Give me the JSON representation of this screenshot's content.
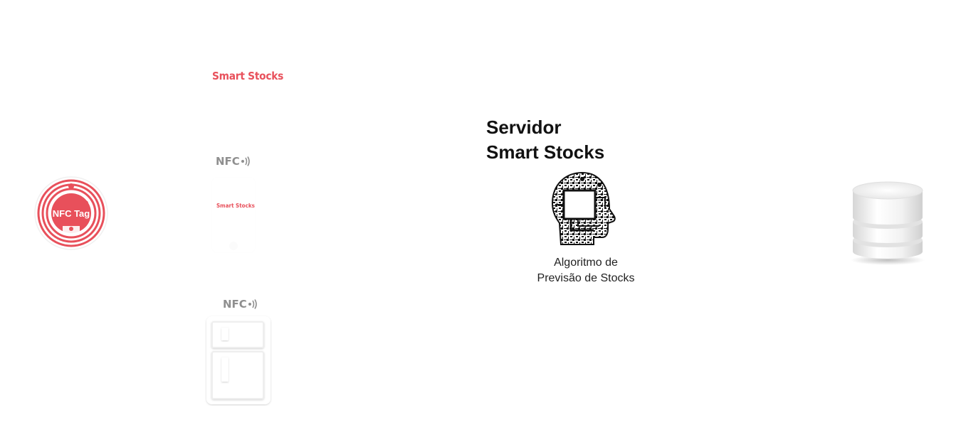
{
  "client": {
    "nfc_tag_label": "NFC Tag",
    "app_brand": "Smart Stocks",
    "nfc_logo_text": "NFC",
    "phone_screen_brand": "Smart Stocks",
    "fridge_nfc_logo_text": "NFC"
  },
  "server": {
    "title_line1": "Servidor",
    "title_line2": "Smart Stocks",
    "algorithm_line1": "Algoritmo de",
    "algorithm_line2": "Previsão de Stocks"
  },
  "icons": {
    "nfc_tag": "nfc-tag-icon",
    "phone": "smartphone-icon",
    "fridge": "fridge-icon",
    "ai_head": "circuit-head-icon",
    "database": "database-icon"
  },
  "colors": {
    "brand_red": "#e8505b",
    "nfc_gray": "#8f8f8f",
    "text_dark": "#111111"
  }
}
